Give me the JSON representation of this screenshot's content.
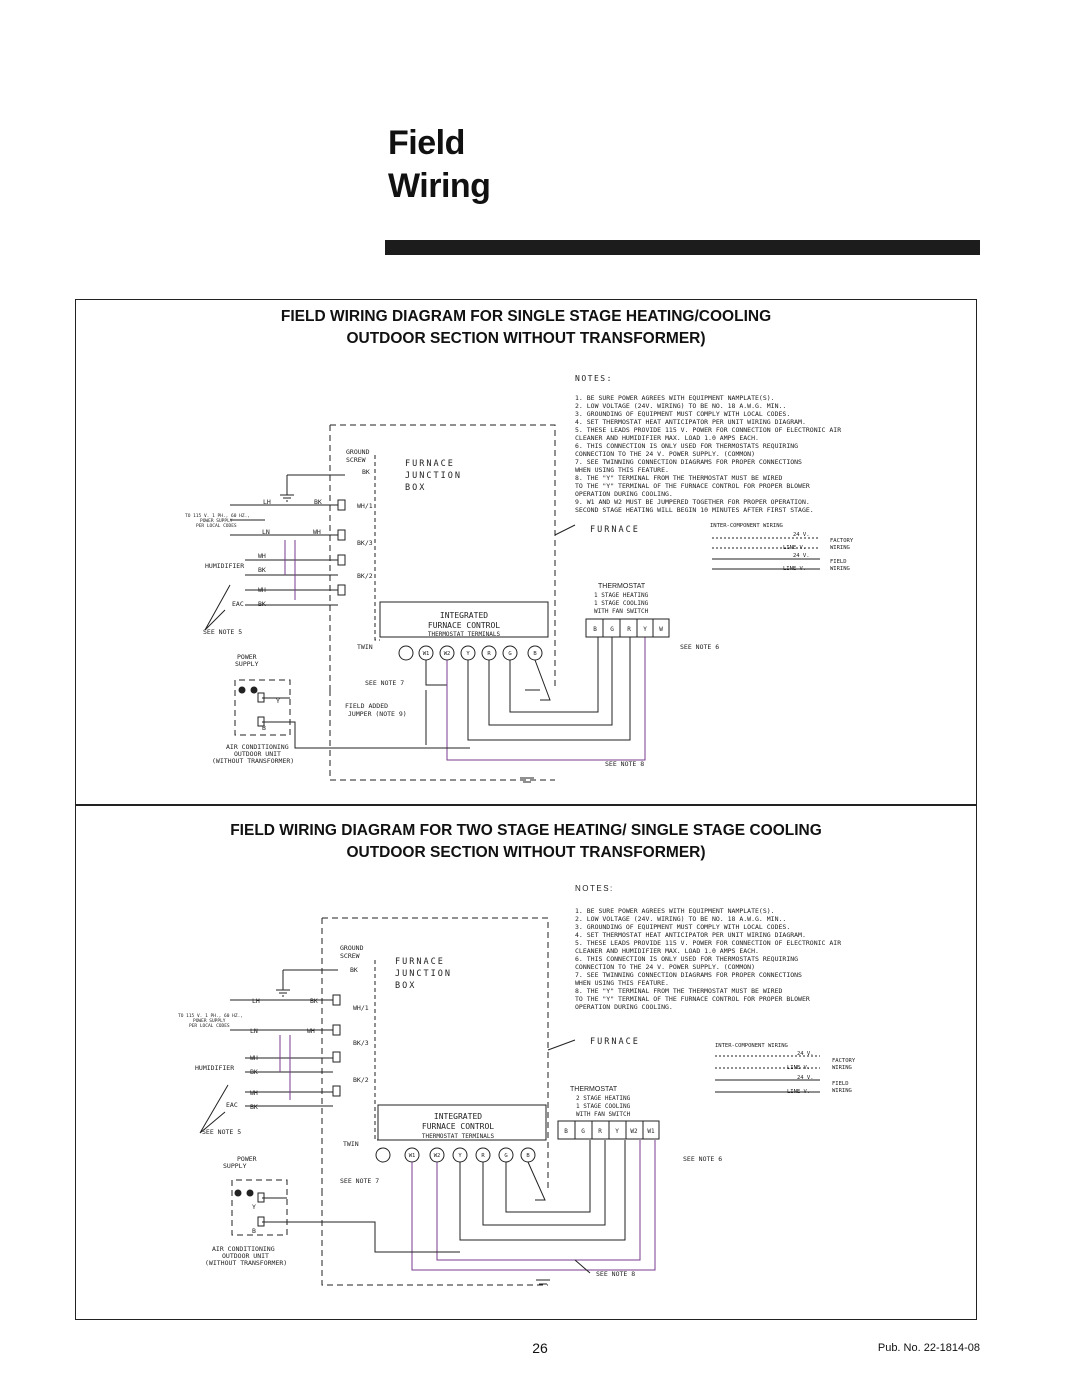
{
  "page": {
    "title_line1": "Field",
    "title_line2": "Wiring",
    "page_number": "26",
    "publication": "Pub. No. 22-1814-08"
  },
  "diagram1": {
    "heading_line1": "FIELD WIRING DIAGRAM FOR SINGLE STAGE HEATING/COOLING",
    "heading_line2": "OUTDOOR SECTION WITHOUT TRANSFORMER)",
    "notes_title": "NOTES:",
    "notes": [
      "1.  BE SURE POWER AGREES WITH EQUIPMENT NAMPLATE(S).",
      "2.  LOW VOLTAGE (24V. WIRING) TO BE NO. 18 A.W.G. MIN..",
      "3.  GROUNDING OF EQUIPMENT MUST COMPLY WITH LOCAL CODES.",
      "4.  SET THERMOSTAT HEAT ANTICIPATOR PER UNIT WIRING DIAGRAM.",
      "5.  THESE LEADS PROVIDE 115 V. POWER FOR CONNECTION OF ELECTRONIC AIR",
      "    CLEANER AND HUMIDIFIER MAX. LOAD 1.0 AMPS EACH.",
      "6.  THIS CONNECTION IS ONLY USED FOR THERMOSTATS REQUIRING",
      "    CONNECTION TO THE 24 V. POWER SUPPLY. (COMMON)",
      "7.  SEE TWINNING CONNECTION DIAGRAMS FOR PROPER CONNECTIONS",
      "    WHEN USING THIS FEATURE.",
      "8.  THE \"Y\" TERMINAL FROM THE THERMOSTAT MUST BE WIRED",
      "    TO THE \"Y\" TERMINAL OF THE FURNACE CONTROL FOR PROPER BLOWER",
      "    OPERATION DURING COOLING.",
      "9.  W1 AND W2 MUST BE JUMPERED TOGETHER FOR PROPER OPERATION.",
      "    SECOND STAGE HEATING WILL BEGIN 10 MINUTES AFTER FIRST STAGE."
    ],
    "thermostat_title": "THERMOSTAT",
    "thermostat_lines": [
      "1 STAGE HEATING",
      "1 STAGE COOLING",
      "WITH FAN SWITCH"
    ],
    "thermostat_terminals": [
      "B",
      "G",
      "R",
      "Y",
      "W"
    ],
    "control_terminals": [
      "W1",
      "W2",
      "Y",
      "R",
      "G",
      "B"
    ],
    "jumper_label_1": "FIELD ADDED",
    "jumper_label_2": "JUMPER (NOTE 9)"
  },
  "diagram2": {
    "heading_line1": "FIELD WIRING DIAGRAM FOR TWO STAGE HEATING/ SINGLE STAGE COOLING",
    "heading_line2": "OUTDOOR SECTION WITHOUT TRANSFORMER)",
    "notes_title": "NOTES:",
    "notes": [
      "1.  BE SURE POWER AGREES WITH EQUIPMENT NAMPLATE(S).",
      "2.  LOW VOLTAGE (24V. WIRING) TO BE NO. 18 A.W.G. MIN..",
      "3.  GROUNDING OF EQUIPMENT MUST COMPLY WITH LOCAL CODES.",
      "4.  SET THERMOSTAT HEAT ANTICIPATOR PER UNIT WIRING DIAGRAM.",
      "5.  THESE LEADS PROVIDE 115 V. POWER FOR CONNECTION OF ELECTRONIC AIR",
      "    CLEANER AND HUMIDIFIER MAX. LOAD 1.0 AMPS EACH.",
      "6.  THIS CONNECTION IS ONLY USED FOR THERMOSTATS REQUIRING",
      "    CONNECTION TO THE 24 V. POWER SUPPLY. (COMMON)",
      "7.  SEE TWINNING CONNECTION DIAGRAMS FOR PROPER CONNECTIONS",
      "    WHEN USING THIS FEATURE.",
      "8.  THE \"Y\" TERMINAL FROM THE THERMOSTAT MUST BE WIRED",
      "    TO THE \"Y\" TERMINAL OF THE FURNACE CONTROL FOR PROPER BLOWER",
      "    OPERATION DURING COOLING."
    ],
    "thermostat_title": "THERMOSTAT",
    "thermostat_lines": [
      "2 STAGE HEATING",
      "1 STAGE COOLING",
      "WITH FAN SWITCH"
    ],
    "thermostat_terminals": [
      "B",
      "G",
      "R",
      "Y",
      "W2",
      "W1"
    ],
    "control_terminals": [
      "W1",
      "W2",
      "Y",
      "R",
      "G",
      "B"
    ]
  },
  "common": {
    "ground_1": "GROUND",
    "ground_2": "SCREW",
    "junction_1": "FURNACE",
    "junction_2": "JUNCTION",
    "junction_3": "BOX",
    "furnace": "FURNACE",
    "control_1": "INTEGRATED",
    "control_2": "FURNACE CONTROL",
    "control_3": "THERMOSTAT TERMINALS",
    "twin": "TWIN",
    "see_note_5": "SEE NOTE 5",
    "see_note_6": "SEE NOTE 6",
    "see_note_7": "SEE NOTE 7",
    "see_note_8": "SEE NOTE 8",
    "supply_1": "TO 115 V. 1 PH., 60 HZ.,",
    "supply_2": "POWER SUPPLY",
    "supply_3": "PER LOCAL CODES",
    "power_1": "POWER",
    "power_2": "SUPPLY",
    "ac_1": "AIR CONDITIONING",
    "ac_2": "OUTDOOR UNIT",
    "ac_3": "(WITHOUT TRANSFORMER)",
    "humidifier": "HUMIDIFIER",
    "eac": "EAC",
    "lh": "LH",
    "ln": "LN",
    "bk": "BK",
    "wh": "WH",
    "wh1": "WH/1",
    "bk3": "BK/3",
    "bk2": "BK/2",
    "y": "Y",
    "b": "B",
    "legend_title": "INTER-COMPONENT WIRING",
    "legend_24v": "24 V.",
    "legend_line_v": "LINE V.",
    "legend_factory_1": "FACTORY",
    "legend_factory_2": "WIRING",
    "legend_field_1": "FIELD",
    "legend_field_2": "WIRING"
  }
}
